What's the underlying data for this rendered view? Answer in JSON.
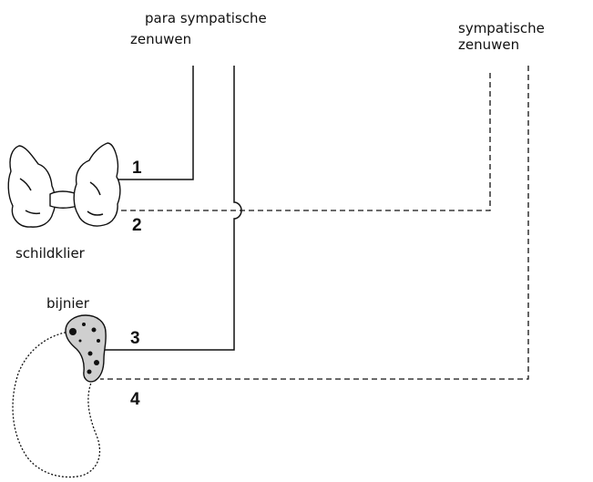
{
  "labels": {
    "parasympathetic_line1": "para sympatische",
    "parasympathetic_line2": "zenuwen",
    "sympathetic_line1": "sympatische",
    "sympathetic_line2": "zenuwen",
    "thyroid": "schildklier",
    "adrenal": "bijnier"
  },
  "nerve_numbers": [
    "1",
    "2",
    "3",
    "4"
  ],
  "colors": {
    "line": "#111111",
    "background": "#ffffff"
  }
}
